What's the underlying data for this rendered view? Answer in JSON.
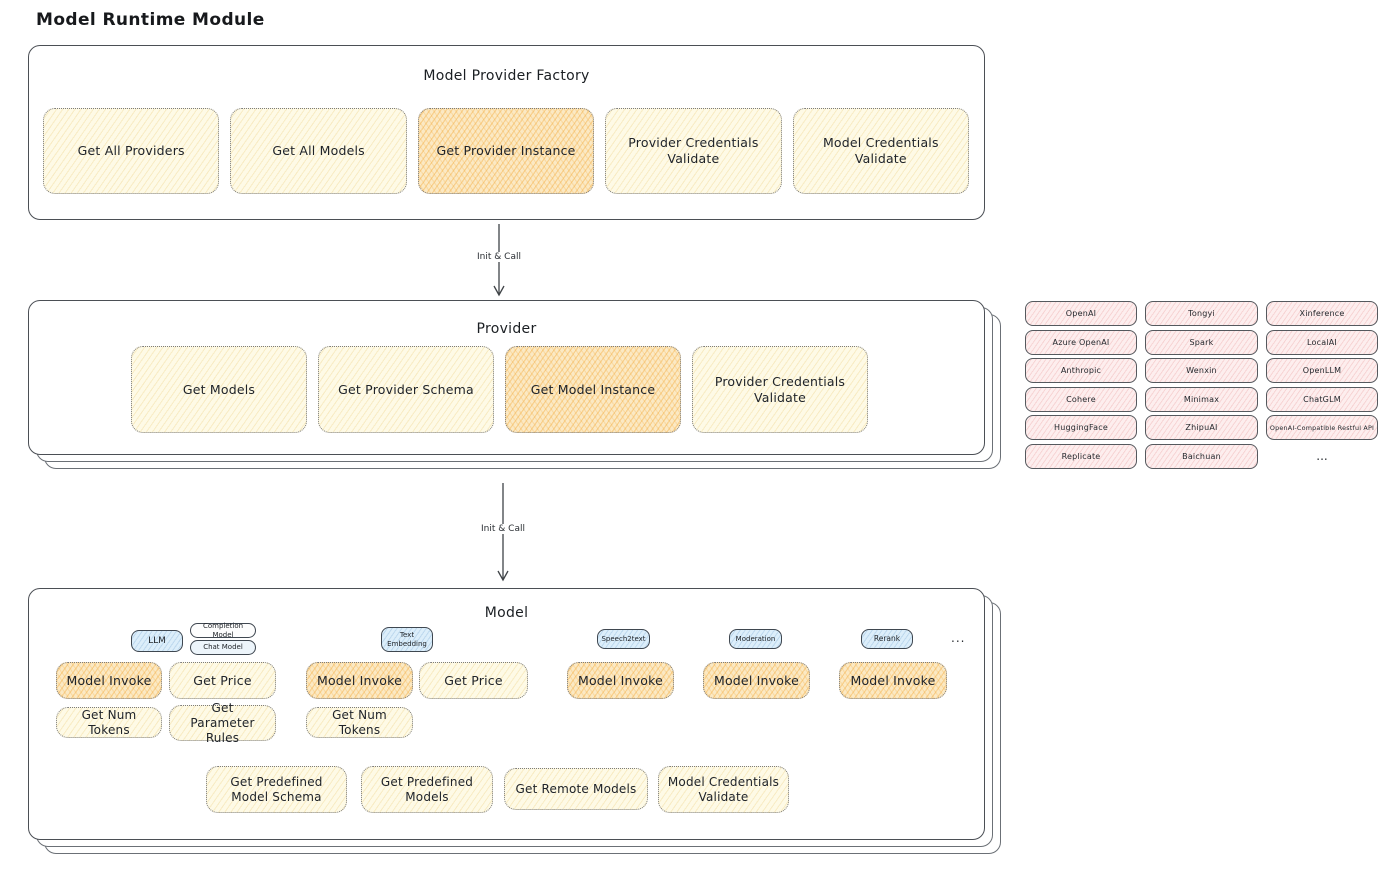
{
  "page_title": "Model Runtime Module",
  "colors": {
    "background": "#ffffff",
    "box_border": "#4b4f55",
    "button_fill_yellow": "#fefae6",
    "button_fill_highlight_orange": "#fbe9c4",
    "type_pill_blue": "#dceefa",
    "provider_pill_pink": "#fdeeee",
    "text": "#1f2328"
  },
  "arrows": {
    "init_call_1": "Init & Call",
    "init_call_2": "Init & Call"
  },
  "factory": {
    "title": "Model Provider Factory",
    "buttons": [
      {
        "label": "Get All Providers",
        "highlighted": false
      },
      {
        "label": "Get All Models",
        "highlighted": false
      },
      {
        "label": "Get Provider Instance",
        "highlighted": true
      },
      {
        "label": "Provider Credentials Validate",
        "highlighted": false
      },
      {
        "label": "Model Credentials Validate",
        "highlighted": false
      }
    ]
  },
  "provider": {
    "title": "Provider",
    "buttons": [
      {
        "label": "Get Models",
        "highlighted": false
      },
      {
        "label": "Get Provider Schema",
        "highlighted": false
      },
      {
        "label": "Get Model Instance",
        "highlighted": true
      },
      {
        "label": "Provider Credentials Validate",
        "highlighted": false
      }
    ]
  },
  "provider_list": {
    "columns": [
      [
        "OpenAI",
        "Azure OpenAI",
        "Anthropic",
        "Cohere",
        "HuggingFace",
        "Replicate"
      ],
      [
        "Tongyi",
        "Spark",
        "Wenxin",
        "Minimax",
        "ZhipuAI",
        "Baichuan"
      ],
      [
        "Xinference",
        "LocalAI",
        "OpenLLM",
        "ChatGLM",
        "OpenAI-Compatible Restful API"
      ]
    ],
    "more_label": "..."
  },
  "model": {
    "title": "Model",
    "tabs": {
      "llm": "LLM",
      "completion": "Completion Model",
      "chat": "Chat Model",
      "text_embedding": "Text Embedding",
      "speech2text": "Speech2text",
      "moderation": "Moderation",
      "rerank": "Rerank",
      "more": "..."
    },
    "buttons": {
      "model_invoke": "Model Invoke",
      "get_price": "Get Price",
      "get_num_tokens": "Get Num Tokens",
      "get_parameter_rules": "Get Parameter Rules",
      "get_predefined_model_schema": "Get Predefined Model Schema",
      "get_predefined_models": "Get Predefined Models",
      "get_remote_models": "Get Remote Models",
      "model_credentials_validate": "Model Credentials Validate"
    }
  }
}
